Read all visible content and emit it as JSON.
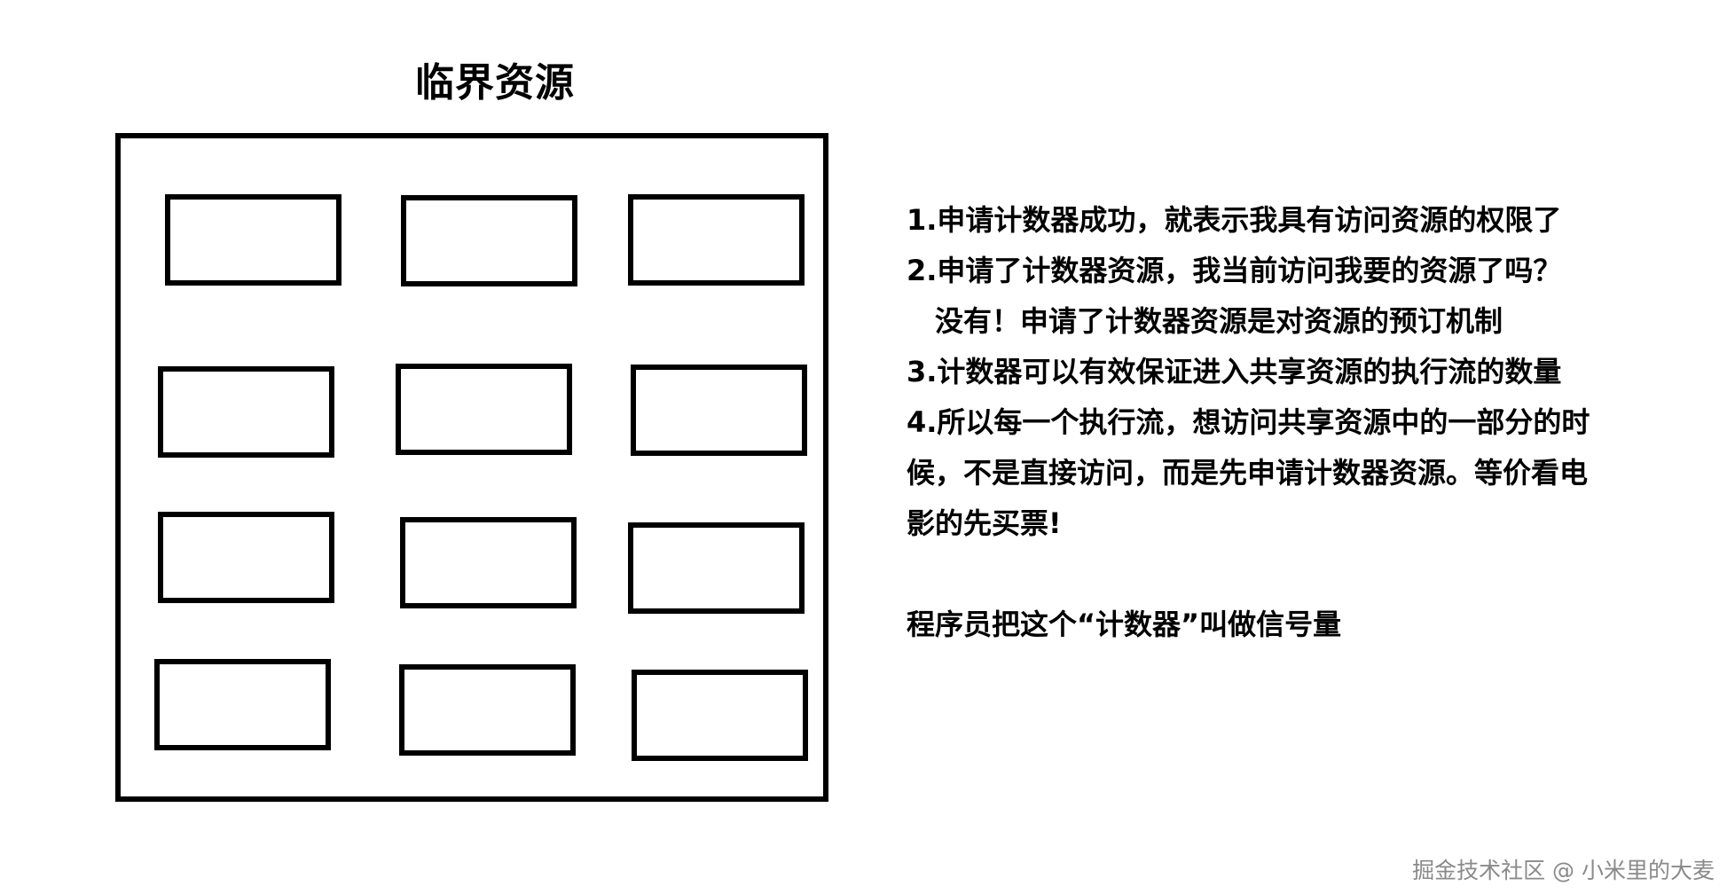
{
  "diagram": {
    "title": "临界资源",
    "cell_count": 12
  },
  "notes": {
    "lines": [
      "1.申请计数器成功，就表示我具有访问资源的权限了",
      "2.申请了计数器资源，我当前访问我要的资源了吗？",
      "没有！申请了计数器资源是对资源的预订机制",
      "3.计数器可以有效保证进入共享资源的执行流的数量",
      "4.所以每一个执行流，想访问共享资源中的一部分的时",
      "候，不是直接访问，而是先申请计数器资源。等价看电",
      "影的先买票!"
    ],
    "conclusion": "程序员把这个“计数器”叫做信号量"
  },
  "watermark": "掘金技术社区 @ 小米里的大麦",
  "colors": {
    "stroke": "#000000",
    "background": "#ffffff",
    "watermark": "#8a8a8a"
  }
}
